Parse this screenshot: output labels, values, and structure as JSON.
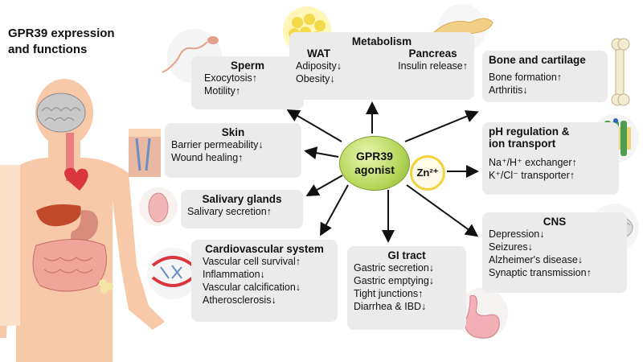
{
  "title": {
    "line1": "GPR39 expression",
    "line2": "and functions"
  },
  "center": {
    "line1": "GPR39",
    "line2": "agonist",
    "zinc": "Zn²⁺"
  },
  "boxes": {
    "sperm": {
      "title": "Sperm",
      "items": [
        "Exocytosis↑",
        "Motility↑"
      ]
    },
    "skin": {
      "title": "Skin",
      "items": [
        "Barrier permeability↓",
        "Wound healing↑"
      ]
    },
    "salivary": {
      "title": "Salivary glands",
      "items": [
        "Salivary secretion↑"
      ]
    },
    "cardio": {
      "title": "Cardiovascular system",
      "items": [
        "Vascular cell survival↑",
        "Inflammation↓",
        "Vascular calcification↓",
        "Atherosclerosis↓"
      ]
    },
    "metabolism": {
      "title": "Metabolism",
      "wat": "WAT",
      "wat_items": [
        "Adiposity↓",
        "Obesity↓"
      ],
      "pancreas": "Pancreas",
      "pancreas_items": [
        "Insulin release↑"
      ]
    },
    "bone": {
      "title": "Bone and cartilage",
      "items": [
        "Bone formation↑",
        "Arthritis↓"
      ]
    },
    "ph": {
      "title_line1": "pH regulation &",
      "title_line2": "ion transport",
      "items": [
        "Na⁺/H⁺ exchanger↑",
        "K⁺/Cl⁻ transporter↑"
      ]
    },
    "cns": {
      "title": "CNS",
      "items": [
        "Depression↓",
        "Seizures↓",
        "Alzheimer's disease↓",
        "Synaptic transmission↑"
      ]
    },
    "gi": {
      "title": "GI tract",
      "items": [
        "Gastric secretion↓",
        "Gastric emptying↓",
        "Tight junctions↑",
        "Diarrhea & IBD↓"
      ]
    }
  },
  "colors": {
    "box": "#ebebeb",
    "center": "#b6d65a",
    "zinc_ring": "#f2d23c",
    "arrow": "#111111"
  }
}
